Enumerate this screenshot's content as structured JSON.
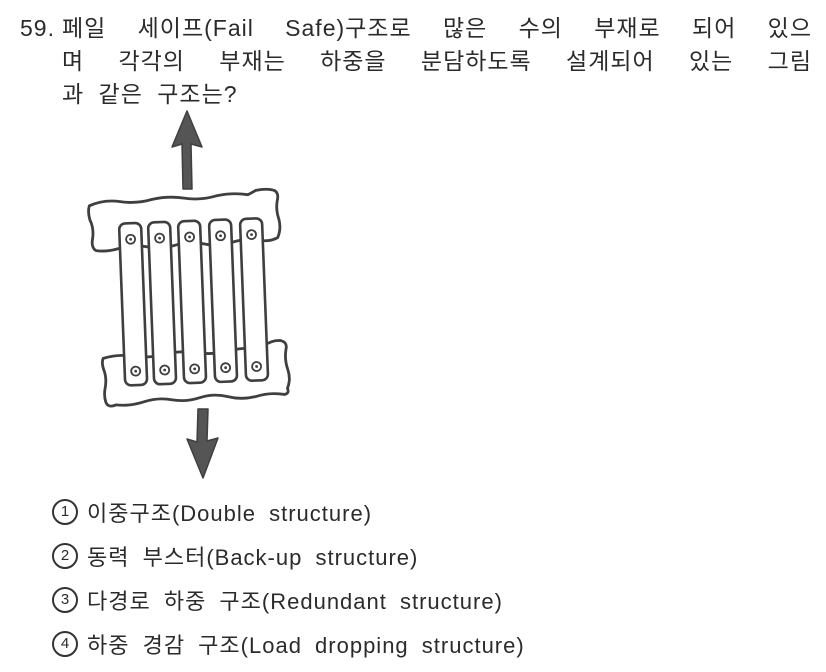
{
  "question": {
    "number": "59.",
    "lines": [
      "페일 세이프(Fail Safe)구조로 많은 수의 부재로 되어 있으",
      "며 각각의 부재는 하중을 분담하도록 설계되어 있는 그림",
      "과 같은 구조는?"
    ]
  },
  "figure": {
    "name": "riveted-multi-member-joint-under-tension",
    "member_count": 5,
    "ink_color": "#3f3f3f",
    "arrow_color": "#555555"
  },
  "options": [
    {
      "marker": "①",
      "text": "이중구조(Double structure)"
    },
    {
      "marker": "②",
      "text": "동력 부스터(Back-up structure)"
    },
    {
      "marker": "③",
      "text": "다경로 하중 구조(Redundant structure)"
    },
    {
      "marker": "④",
      "text": "하중 경감 구조(Load dropping structure)"
    }
  ]
}
